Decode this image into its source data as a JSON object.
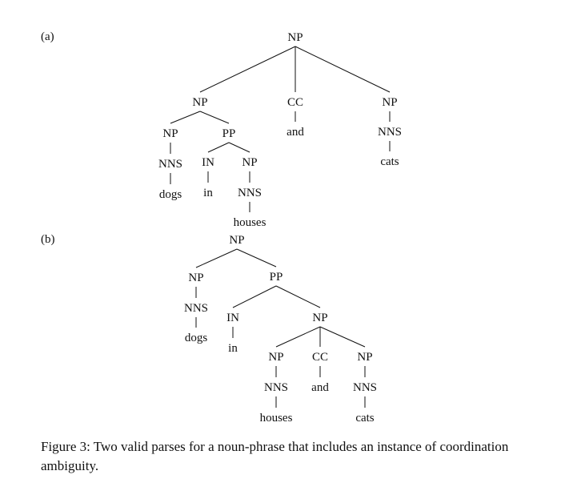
{
  "panels": [
    {
      "label": "(a)",
      "nodes": [
        {
          "id": "a0",
          "text": "NP"
        },
        {
          "id": "a1",
          "text": "NP",
          "parent": "a0"
        },
        {
          "id": "a2",
          "text": "CC",
          "parent": "a0"
        },
        {
          "id": "a3",
          "text": "NP",
          "parent": "a0"
        },
        {
          "id": "a4",
          "text": "NP",
          "parent": "a1"
        },
        {
          "id": "a5",
          "text": "PP",
          "parent": "a1"
        },
        {
          "id": "a6",
          "text": "and",
          "parent": "a2"
        },
        {
          "id": "a7",
          "text": "NNS",
          "parent": "a3"
        },
        {
          "id": "a8",
          "text": "NNS",
          "parent": "a4"
        },
        {
          "id": "a9",
          "text": "IN",
          "parent": "a5"
        },
        {
          "id": "a10",
          "text": "NP",
          "parent": "a5"
        },
        {
          "id": "a11",
          "text": "cats",
          "parent": "a7"
        },
        {
          "id": "a12",
          "text": "dogs",
          "parent": "a8"
        },
        {
          "id": "a13",
          "text": "in",
          "parent": "a9"
        },
        {
          "id": "a14",
          "text": "NNS",
          "parent": "a10"
        },
        {
          "id": "a15",
          "text": "houses",
          "parent": "a14"
        }
      ]
    },
    {
      "label": "(b)",
      "nodes": [
        {
          "id": "b0",
          "text": "NP"
        },
        {
          "id": "b1",
          "text": "NP",
          "parent": "b0"
        },
        {
          "id": "b2",
          "text": "PP",
          "parent": "b0"
        },
        {
          "id": "b3",
          "text": "NNS",
          "parent": "b1"
        },
        {
          "id": "b4",
          "text": "dogs",
          "parent": "b3"
        },
        {
          "id": "b5",
          "text": "IN",
          "parent": "b2"
        },
        {
          "id": "b6",
          "text": "NP",
          "parent": "b2"
        },
        {
          "id": "b7",
          "text": "in",
          "parent": "b5"
        },
        {
          "id": "b8",
          "text": "NP",
          "parent": "b6"
        },
        {
          "id": "b9",
          "text": "CC",
          "parent": "b6"
        },
        {
          "id": "b10",
          "text": "NP",
          "parent": "b6"
        },
        {
          "id": "b11",
          "text": "NNS",
          "parent": "b8"
        },
        {
          "id": "b12",
          "text": "and",
          "parent": "b9"
        },
        {
          "id": "b13",
          "text": "NNS",
          "parent": "b10"
        },
        {
          "id": "b14",
          "text": "houses",
          "parent": "b11"
        },
        {
          "id": "b15",
          "text": "cats",
          "parent": "b13"
        }
      ]
    }
  ],
  "caption": "Figure 3: Two valid parses for a noun-phrase that includes an instance of coordination ambiguity."
}
